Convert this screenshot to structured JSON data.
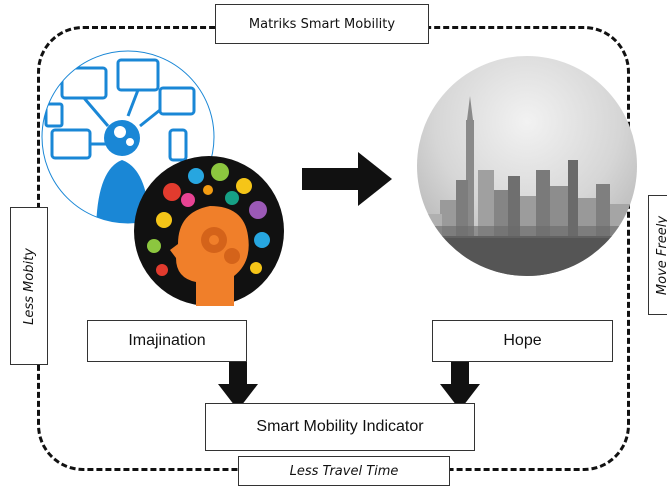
{
  "diagram": {
    "top_label": "Matriks Smart Mobility",
    "bottom_label": "Less Travel Time",
    "left_label": "Less Mobity",
    "right_label": "Move Freely",
    "imagination_label": "Imajination",
    "hope_label": "Hope",
    "indicator_label": "Smart Mobility Indicator"
  },
  "colors": {
    "tech_blue": "#1a87d6",
    "orange": "#f07f2a",
    "dark": "#111111",
    "sky_gray": "#cfcfcf"
  },
  "icons": [
    "tech-network-icon",
    "thinking-head-icon",
    "city-skyline-image",
    "arrow-right-icon",
    "arrow-down-icon"
  ]
}
